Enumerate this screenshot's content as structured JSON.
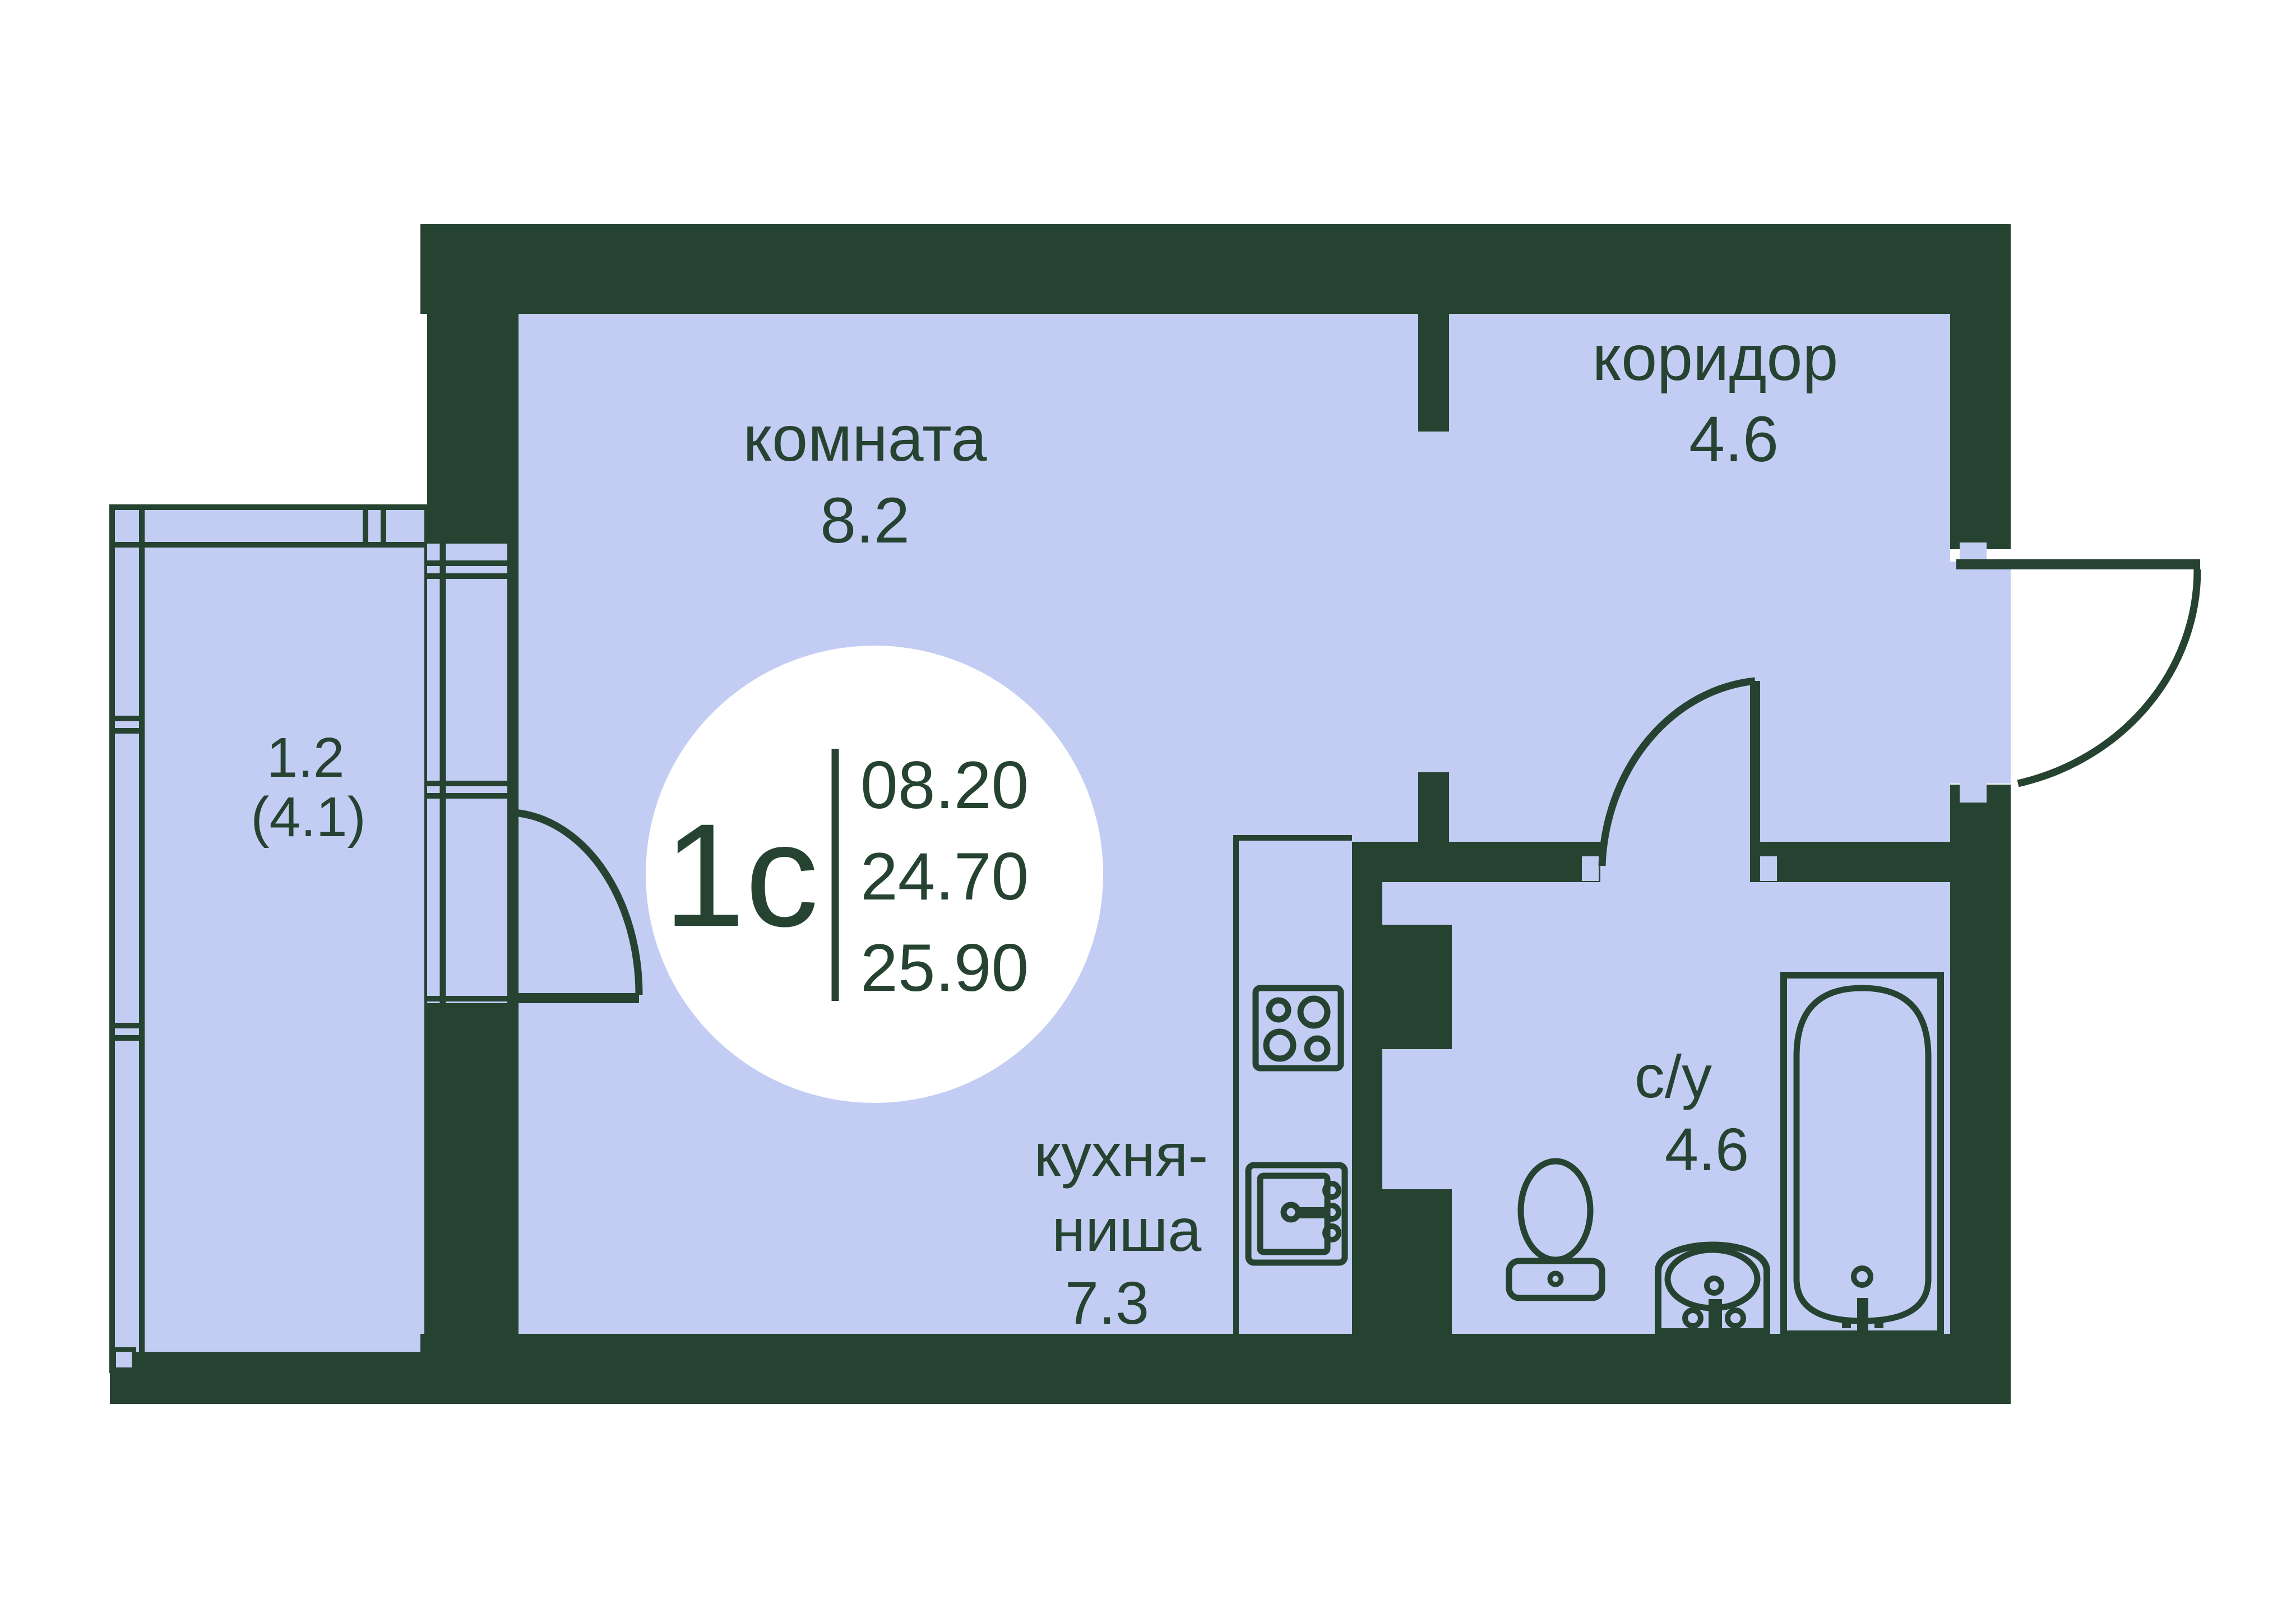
{
  "palette": {
    "wall_green": "#254330",
    "floor_lilac": "#c3cdf4",
    "background": "#ffffff",
    "circle_bg": "#ffffff"
  },
  "unit_badge": {
    "type_label": "1с",
    "metric_room": "08.20",
    "metric_living": "24.70",
    "metric_total": "25.90"
  },
  "rooms": {
    "living": {
      "name": "комната",
      "area": "8.2"
    },
    "corridor": {
      "name": "коридор",
      "area": "4.6"
    },
    "kitchen": {
      "name_line1": "кухня-",
      "name_line2": "ниша",
      "area": "7.3"
    },
    "bathroom": {
      "name": "с/у",
      "area": "4.6"
    },
    "balcony": {
      "area": "1.2",
      "area_coefficient": "(4.1)"
    }
  },
  "fixtures": {
    "stove": "stove-icon",
    "kitchen_sink": "kitchen-sink-icon",
    "toilet": "toilet-icon",
    "washbasin": "washbasin-icon",
    "bathtub": "bathtub-icon"
  }
}
